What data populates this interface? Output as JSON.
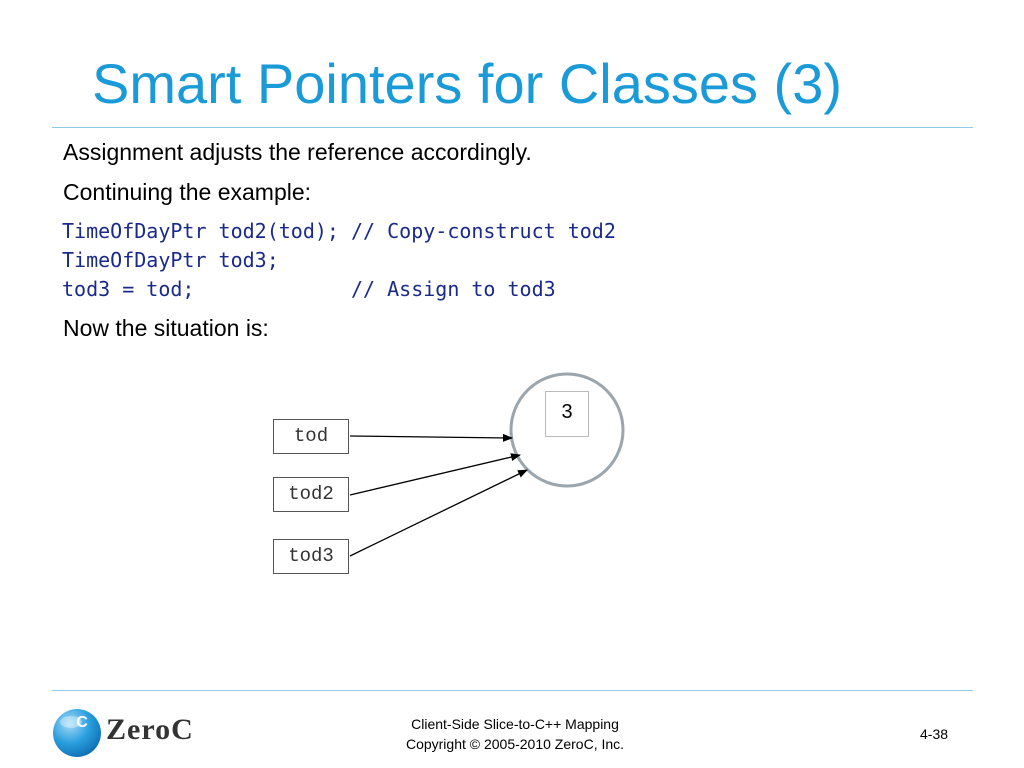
{
  "slide": {
    "title": "Smart Pointers for Classes (3)",
    "bullets": [
      "Assignment adjusts the reference accordingly.",
      "Continuing the example:"
    ],
    "code_lines": [
      "TimeOfDayPtr tod2(tod); // Copy-construct tod2",
      "TimeOfDayPtr tod3;",
      "tod3 = tod;             // Assign to tod3"
    ],
    "after_code": "Now the situation is:"
  },
  "diagram": {
    "pointers": [
      "tod",
      "tod2",
      "tod3"
    ],
    "reference_count": "3"
  },
  "footer": {
    "course_title": "Client-Side Slice-to-C++ Mapping",
    "copyright": "Copyright © 2005-2010 ZeroC, Inc.",
    "page_number": "4-38",
    "logo_text": "ZeroC",
    "logo_mark": "C"
  },
  "colors": {
    "title": "#1a9ad6",
    "code": "#1a2a8a",
    "rule": "#8fcbe8",
    "circle_stroke": "#9aa5ad"
  }
}
